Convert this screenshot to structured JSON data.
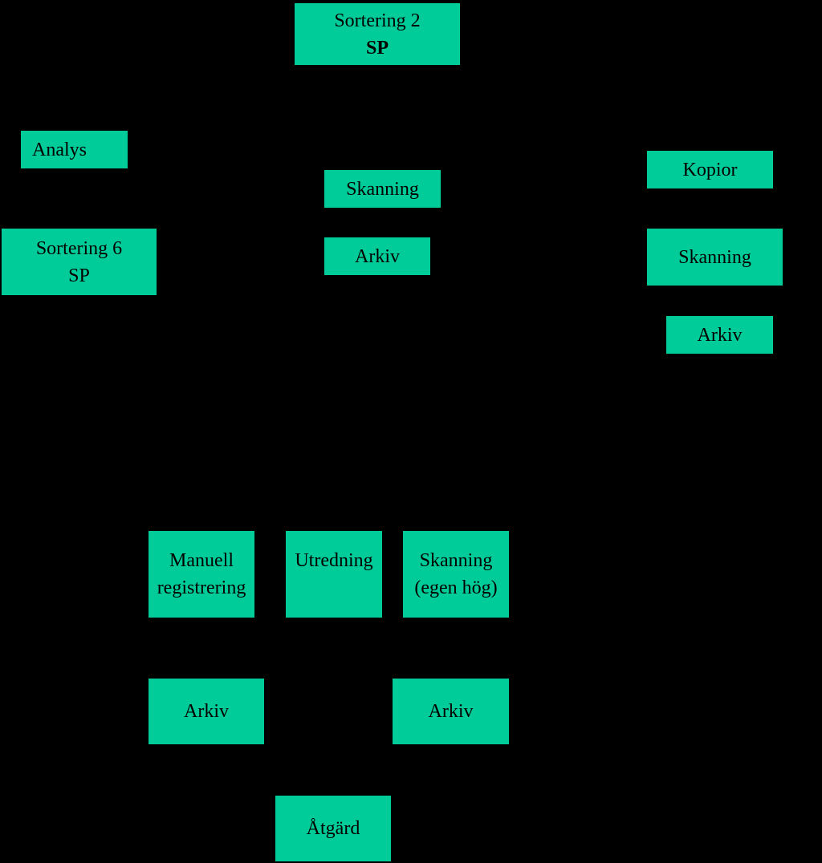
{
  "diagram": {
    "background": "#000000",
    "node_color": "#00cc99",
    "text_color": "#000000",
    "nodes": {
      "sortering2": {
        "line1": "Sortering  2",
        "line2": "SP"
      },
      "analys": {
        "label": "Analys"
      },
      "skanning_center": {
        "label": "Skanning"
      },
      "arkiv_center": {
        "label": "Arkiv"
      },
      "sortering6": {
        "line1": "Sortering  6",
        "line2": "SP"
      },
      "kopior": {
        "label": "Kopior"
      },
      "skanning_right": {
        "label": "Skanning"
      },
      "arkiv_right": {
        "label": "Arkiv"
      },
      "manuell": {
        "line1": "Manuell",
        "line2": "registrering"
      },
      "utredning": {
        "label": "Utredning"
      },
      "skanning_egen": {
        "line1": "Skanning",
        "line2": "(egen hög)"
      },
      "arkiv_bottom_left": {
        "label": "Arkiv"
      },
      "arkiv_bottom_right": {
        "label": "Arkiv"
      },
      "atgard": {
        "label": "Åtgärd"
      }
    }
  }
}
